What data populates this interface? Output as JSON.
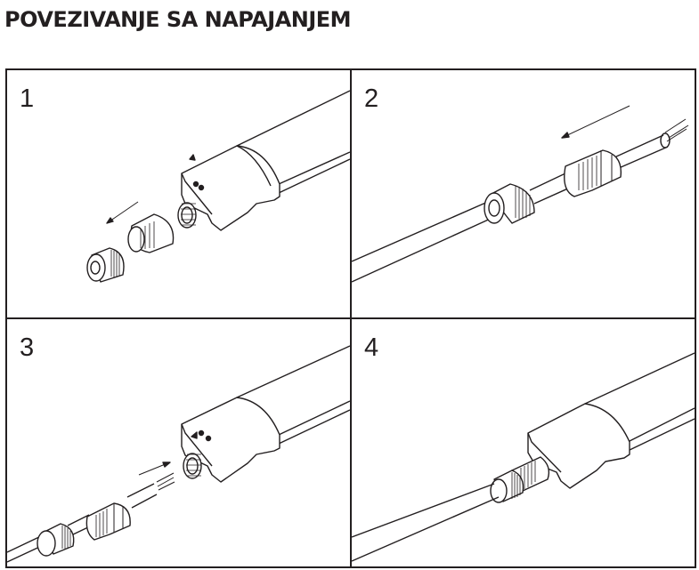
{
  "document": {
    "title": "POVEZIVANJE SA NAPAJANJEM"
  },
  "steps": [
    {
      "number": "1",
      "illustration": "remove-cable-gland-from-lamp-end-cap"
    },
    {
      "number": "2",
      "illustration": "thread-power-cable-through-gland-nut-and-body"
    },
    {
      "number": "3",
      "illustration": "insert-stripped-wires-into-lamp-connector"
    },
    {
      "number": "4",
      "illustration": "tighten-cable-gland-onto-lamp"
    }
  ],
  "colors": {
    "line": "#231f20",
    "background": "#ffffff"
  }
}
